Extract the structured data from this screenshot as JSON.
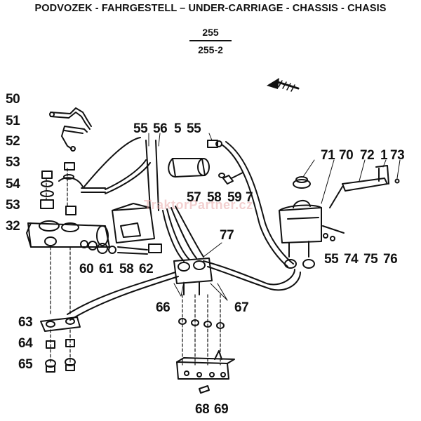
{
  "title": "PODVOZEK - FAHRGESTELL – UNDER-CARRIAGE - CHASSIS - CHASIS",
  "model_codes": {
    "top": "255",
    "bottom": "255-2"
  },
  "watermark": "TraktorPartner.cz",
  "part_labels": {
    "p50": "50",
    "p51": "51",
    "p52": "52",
    "p53a": "53",
    "p54": "54",
    "p53b": "53",
    "p32": "32",
    "p55a": "55",
    "p56": "56",
    "p5": "5",
    "p55b": "55",
    "p57": "57",
    "p58a": "58",
    "p59": "59",
    "p7": "7",
    "p71": "71",
    "p70": "70",
    "p72": "72",
    "p1": "1",
    "p73": "73",
    "p55c": "55",
    "p74": "74",
    "p75": "75",
    "p76": "76",
    "p60": "60",
    "p61": "61",
    "p58b": "58",
    "p62": "62",
    "p77": "77",
    "p66": "66",
    "p67": "67",
    "p63": "63",
    "p64": "64",
    "p65": "65",
    "p68": "68",
    "p69": "69"
  }
}
